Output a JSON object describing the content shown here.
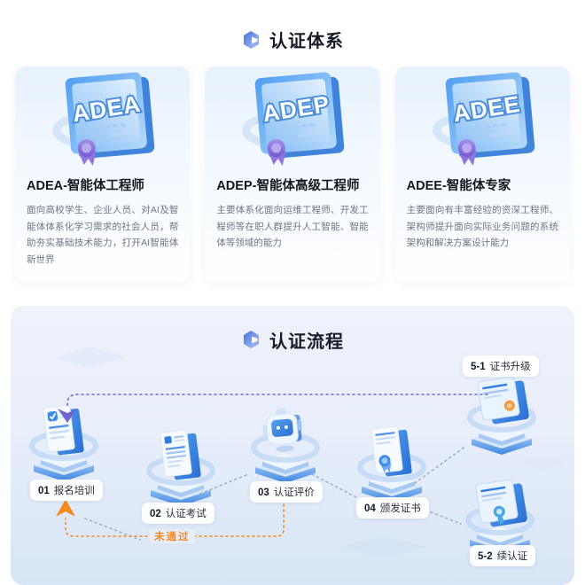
{
  "cert_system": {
    "title": "认证体系",
    "cards": [
      {
        "code": "ADEA",
        "title": "ADEA-智能体工程师",
        "desc": "面向高校学生、企业人员、对AI及智能体体系化学习需求的社会人员，帮助夯实基础技术能力，打开AI智能体新世界"
      },
      {
        "code": "ADEP",
        "title": "ADEP-智能体高级工程师",
        "desc": "主要体系化面向运维工程师、开发工程师等在职人群提升人工智能、智能体等领域的能力"
      },
      {
        "code": "ADEE",
        "title": "ADEE-智能体专家",
        "desc": "主要面向有丰富经验的资深工程师、架构师提升面向实际业务问题的系统架构和解决方案设计能力"
      }
    ]
  },
  "cert_process": {
    "title": "认证流程",
    "steps": [
      {
        "num": "01",
        "label": "报名培训"
      },
      {
        "num": "02",
        "label": "认证考试"
      },
      {
        "num": "03",
        "label": "认证评价"
      },
      {
        "num": "04",
        "label": "颁发证书"
      },
      {
        "num": "5-1",
        "label": "证书升级"
      },
      {
        "num": "5-2",
        "label": "续认证"
      }
    ],
    "fail_label": "未通过"
  },
  "colors": {
    "accent_blue": "#3f86e0",
    "fail_orange": "#f5891d",
    "loop_purple": "#7067ce",
    "panel_bg": "#e8eefa"
  }
}
